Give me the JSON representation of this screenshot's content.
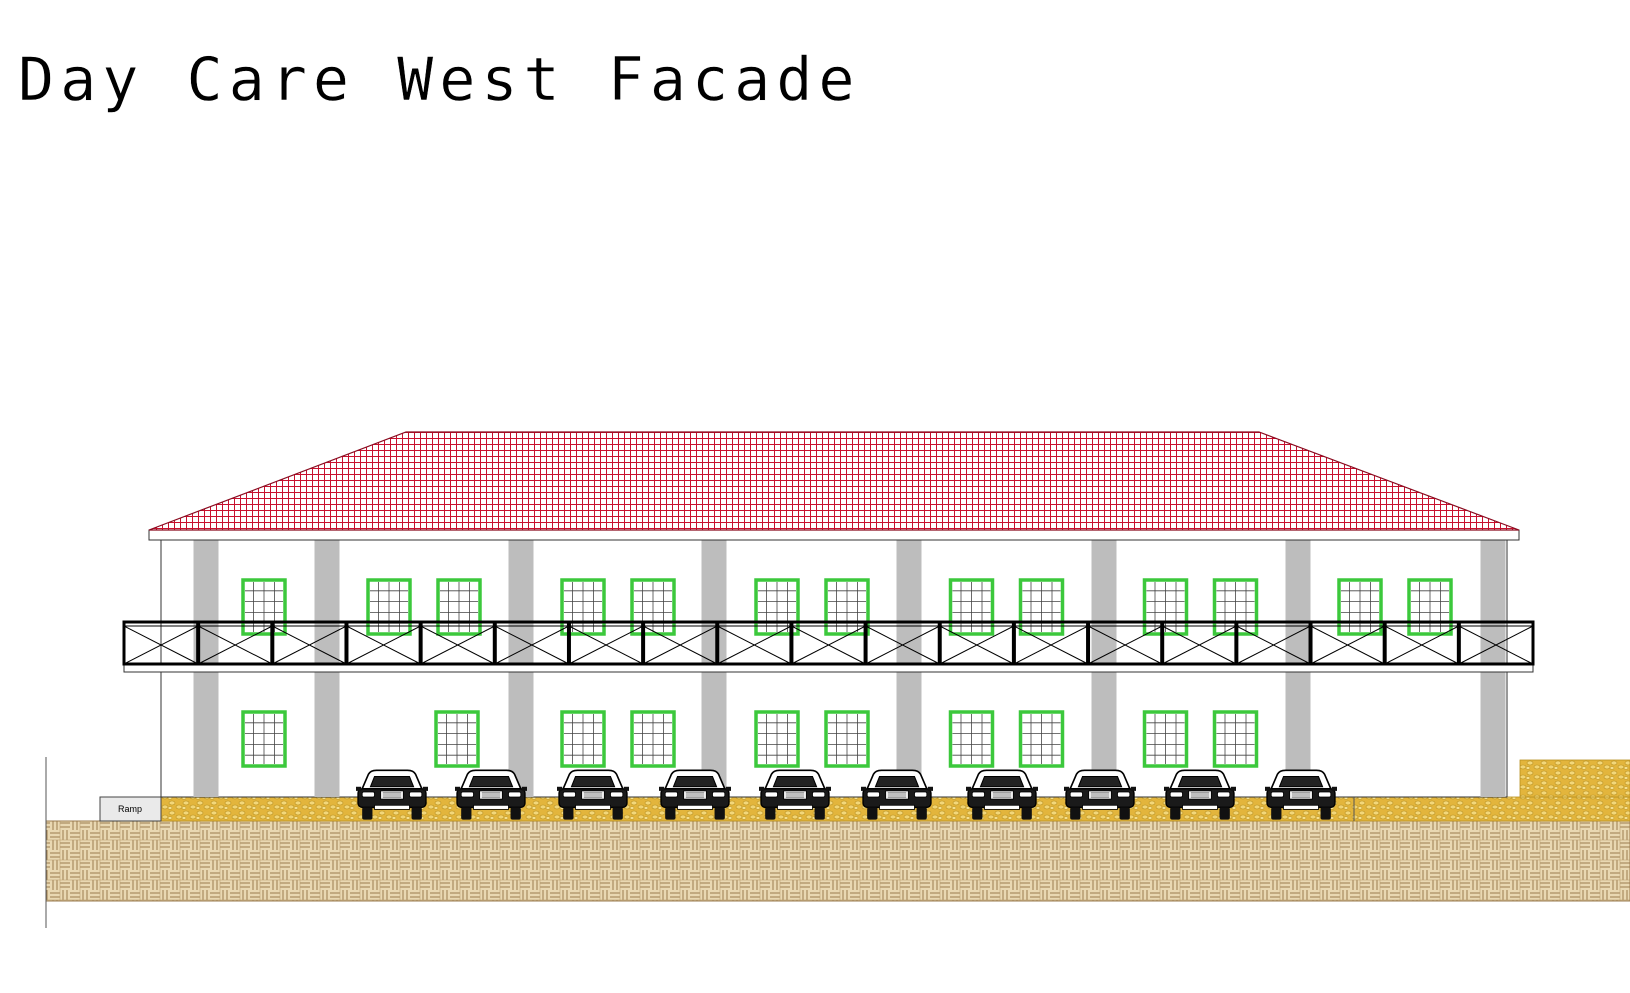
{
  "title": "Day Care West Facade",
  "ramp_label": "Ramp",
  "colors": {
    "roof_tile": "#c8102e",
    "roof_background": "#ffffff",
    "window_frame": "#3cc83c",
    "column": "#bdbdbd",
    "wall": "#ffffff",
    "gravel": "#e3b53c",
    "paving_light": "#e2cfa5",
    "paving_dark": "#9a7b4f",
    "railing": "#000000"
  },
  "facade": {
    "bays": 7,
    "columns": 8,
    "upper_windows_per_bay": [
      1,
      2,
      2,
      2,
      2,
      2,
      2
    ],
    "lower_windows_per_bay": [
      1,
      1,
      2,
      2,
      2,
      2,
      0
    ],
    "cars": 10
  },
  "icons": {
    "car": "car-icon",
    "railing_panel": "x-brace-icon"
  }
}
